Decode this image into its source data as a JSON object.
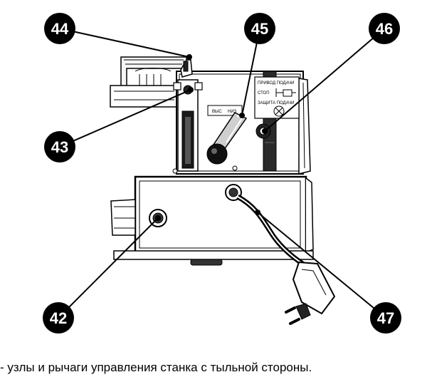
{
  "callouts": {
    "c42": "42",
    "c43": "43",
    "c44": "44",
    "c45": "45",
    "c46": "46",
    "c47": "47"
  },
  "panel": {
    "label_left": "ВЫС",
    "label_right": "НИЗ",
    "line1": "ПРИВОД ПОДАЧИ",
    "line2": "СТОП",
    "line3": "ЗАЩИТА ПОДАЧИ"
  },
  "caption": "- узлы и рычаги управления станка с тыльной стороны."
}
